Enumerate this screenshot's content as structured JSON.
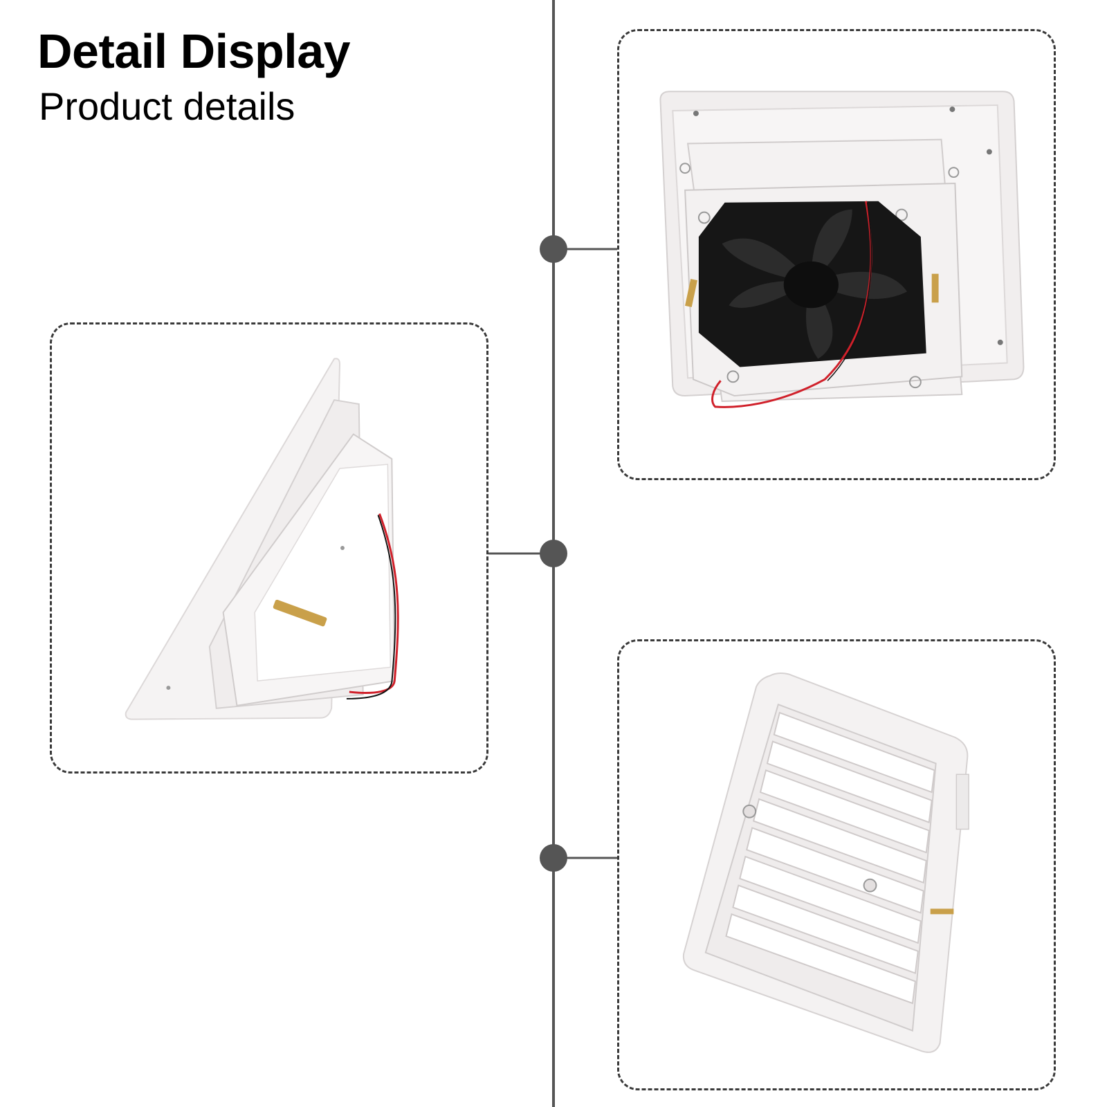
{
  "header": {
    "title": "Detail Display",
    "subtitle": "Product details"
  },
  "colors": {
    "line": "#555555",
    "dot": "#555555",
    "dash_border": "#3a3a3a",
    "plastic": "#f4f1f1",
    "fan_blade": "#1a1a1a",
    "wire_red": "#d0202a",
    "wire_black": "#111111",
    "brass": "#c9a04a"
  },
  "panels": [
    {
      "id": "top-right",
      "image": "fan-back-view-photo"
    },
    {
      "id": "left",
      "image": "vent-side-view-photo"
    },
    {
      "id": "bottom-right",
      "image": "vent-louver-front-photo"
    }
  ]
}
